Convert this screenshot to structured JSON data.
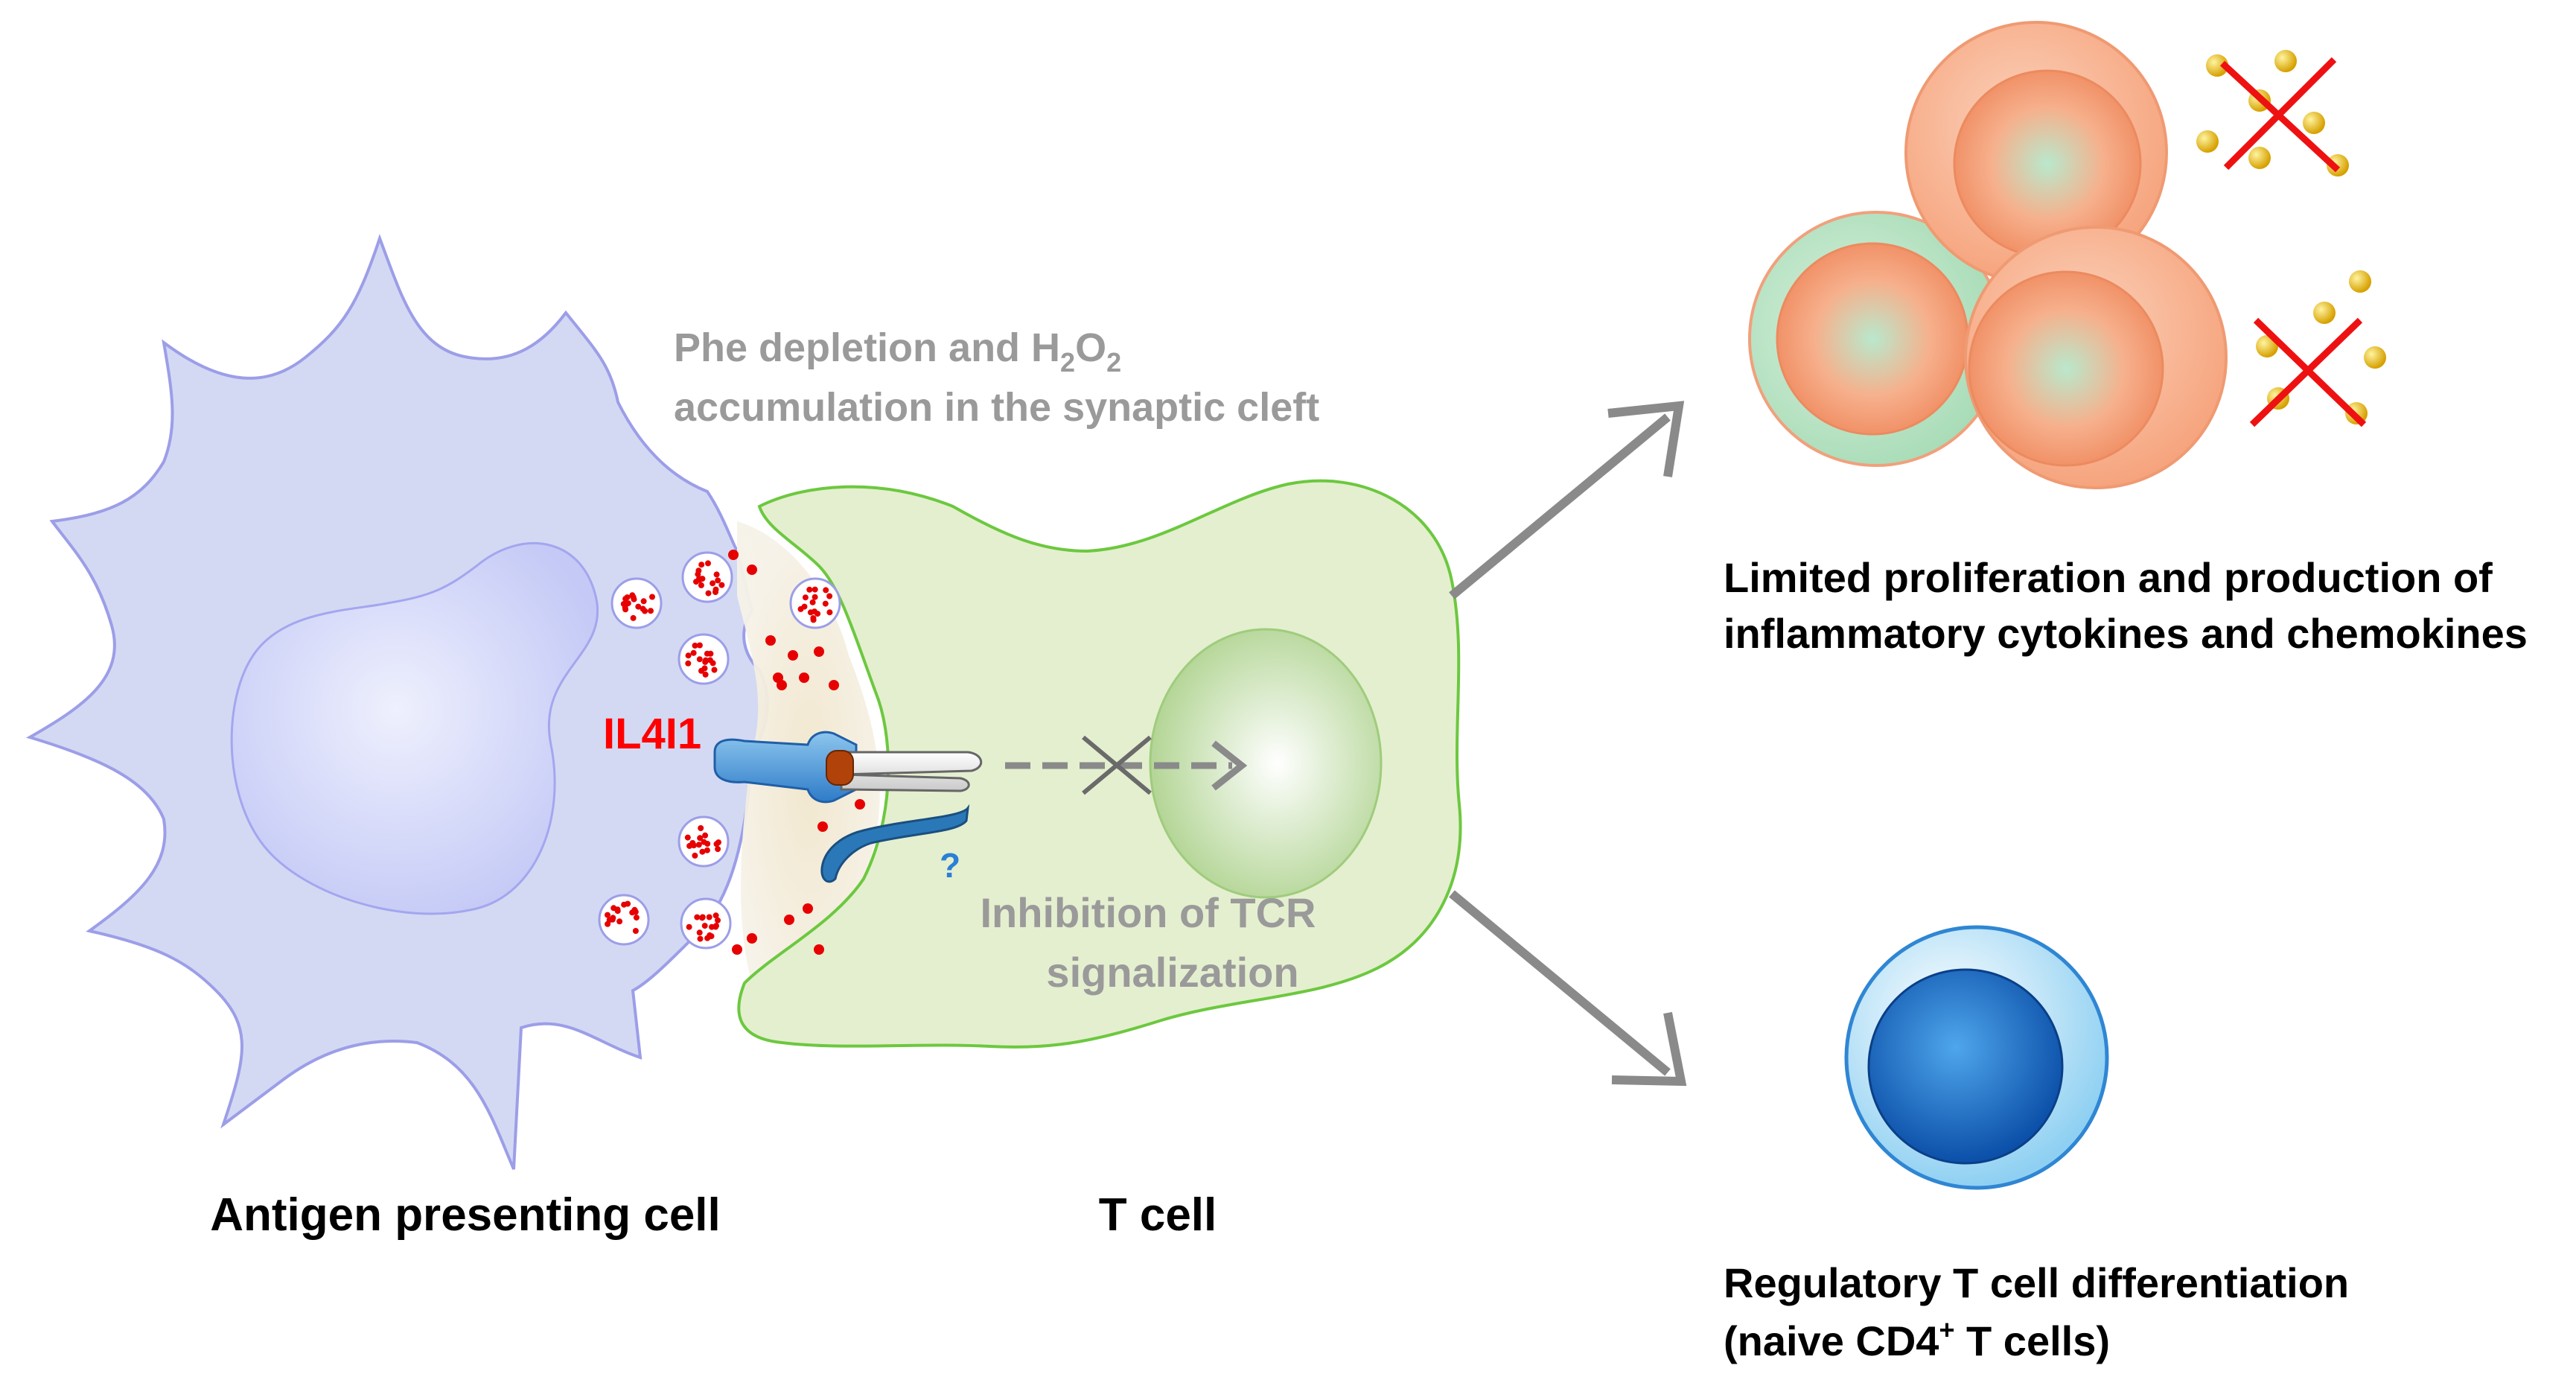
{
  "labels": {
    "apc": "Antigen presenting cell",
    "tcell": "T cell",
    "enzyme": "IL4I1",
    "cleft_line1_prefix": "Phe depletion and H",
    "cleft_sub1": "2",
    "cleft_mid": "O",
    "cleft_sub2": "2",
    "cleft_line2": "accumulation in the synaptic cleft",
    "tcr_line1": "Inhibition of TCR",
    "tcr_line2": "signalization",
    "question": "?",
    "outcome1_line1": "Limited proliferation and production of",
    "outcome1_line2": "inflammatory cytokines and chemokines",
    "outcome2_line1": "Regulatory T cell differentiation",
    "outcome2_line2_prefix": "(naive CD4",
    "outcome2_sup": "+",
    "outcome2_line2_suffix": " T cells)"
  },
  "colors": {
    "apc_fill": "#d3d9f3",
    "apc_stroke": "#9c9ee8",
    "nucleus_fill": "#ccd0f7",
    "tcell_fill": "#e4efcf",
    "tcell_stroke": "#6cc83f",
    "enzyme_label": "#ff0000",
    "grey_text": "#9a9a9a",
    "arrow": "#8a8a8a",
    "question": "#2a7fd6",
    "treg_blue": "#1763c2",
    "prolif_orange": "#f5a07c"
  }
}
